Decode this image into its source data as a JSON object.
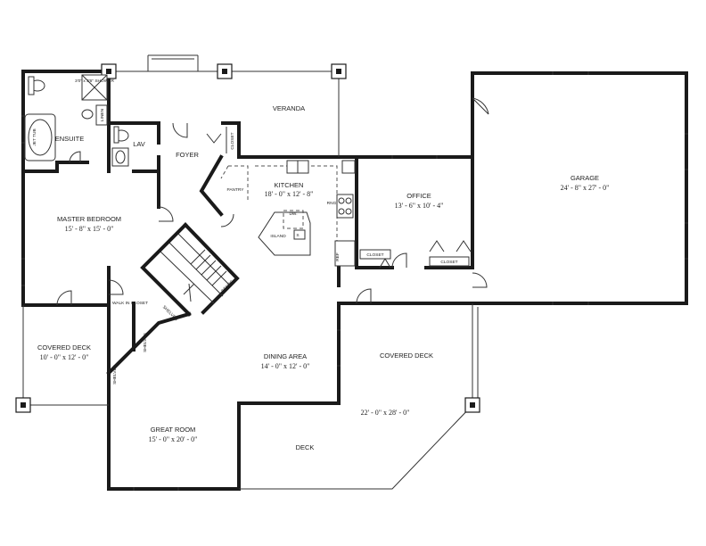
{
  "rooms": {
    "veranda": {
      "name": "VERANDA"
    },
    "ensuite": {
      "name": "ENSUITE"
    },
    "lav": {
      "name": "LAV"
    },
    "foyer": {
      "name": "FOYER"
    },
    "kitchen": {
      "name": "KITCHEN",
      "dims": "18' - 0\" x 12' - 8\""
    },
    "office": {
      "name": "OFFICE",
      "dims": "13' - 6\" x 10' - 4\""
    },
    "garage": {
      "name": "GARAGE",
      "dims": "24' - 8\" x 27' - 0\""
    },
    "master_bedroom": {
      "name": "MASTER BEDROOM",
      "dims": "15' - 8\" x 15' - 0\""
    },
    "covered_deck_left": {
      "name": "COVERED DECK",
      "dims": "10' - 0\" x 12' - 0\""
    },
    "dining_area": {
      "name": "DINING AREA",
      "dims": "14' - 0\" x 12' - 0\""
    },
    "covered_deck_right": {
      "name": "COVERED DECK",
      "dims": "22' - 0\" x 28' - 0\""
    },
    "great_room": {
      "name": "GREAT ROOM",
      "dims": "15' - 0\" x 20' - 0\""
    },
    "deck": {
      "name": "DECK"
    }
  },
  "fixtures": {
    "jet_tub": "JET TUB",
    "shower": "3'0\" x 3'6\" SHOWER",
    "linen": "LINEN",
    "closet": "CLOSET",
    "pantry": "PANTRY",
    "dw": "DW.",
    "island": "ISLAND",
    "sink": "S",
    "rng": "RNG",
    "ref": "REF",
    "office_closet_left": "CLOSET",
    "office_closet_right": "CLOSET",
    "walk_in_closet": "WALK IN CLOSET",
    "shelves_1": "SHELVES",
    "shelves_2": "SHELVES",
    "shelves_3": "SHELVES",
    "stair_note": "STAIRS"
  }
}
